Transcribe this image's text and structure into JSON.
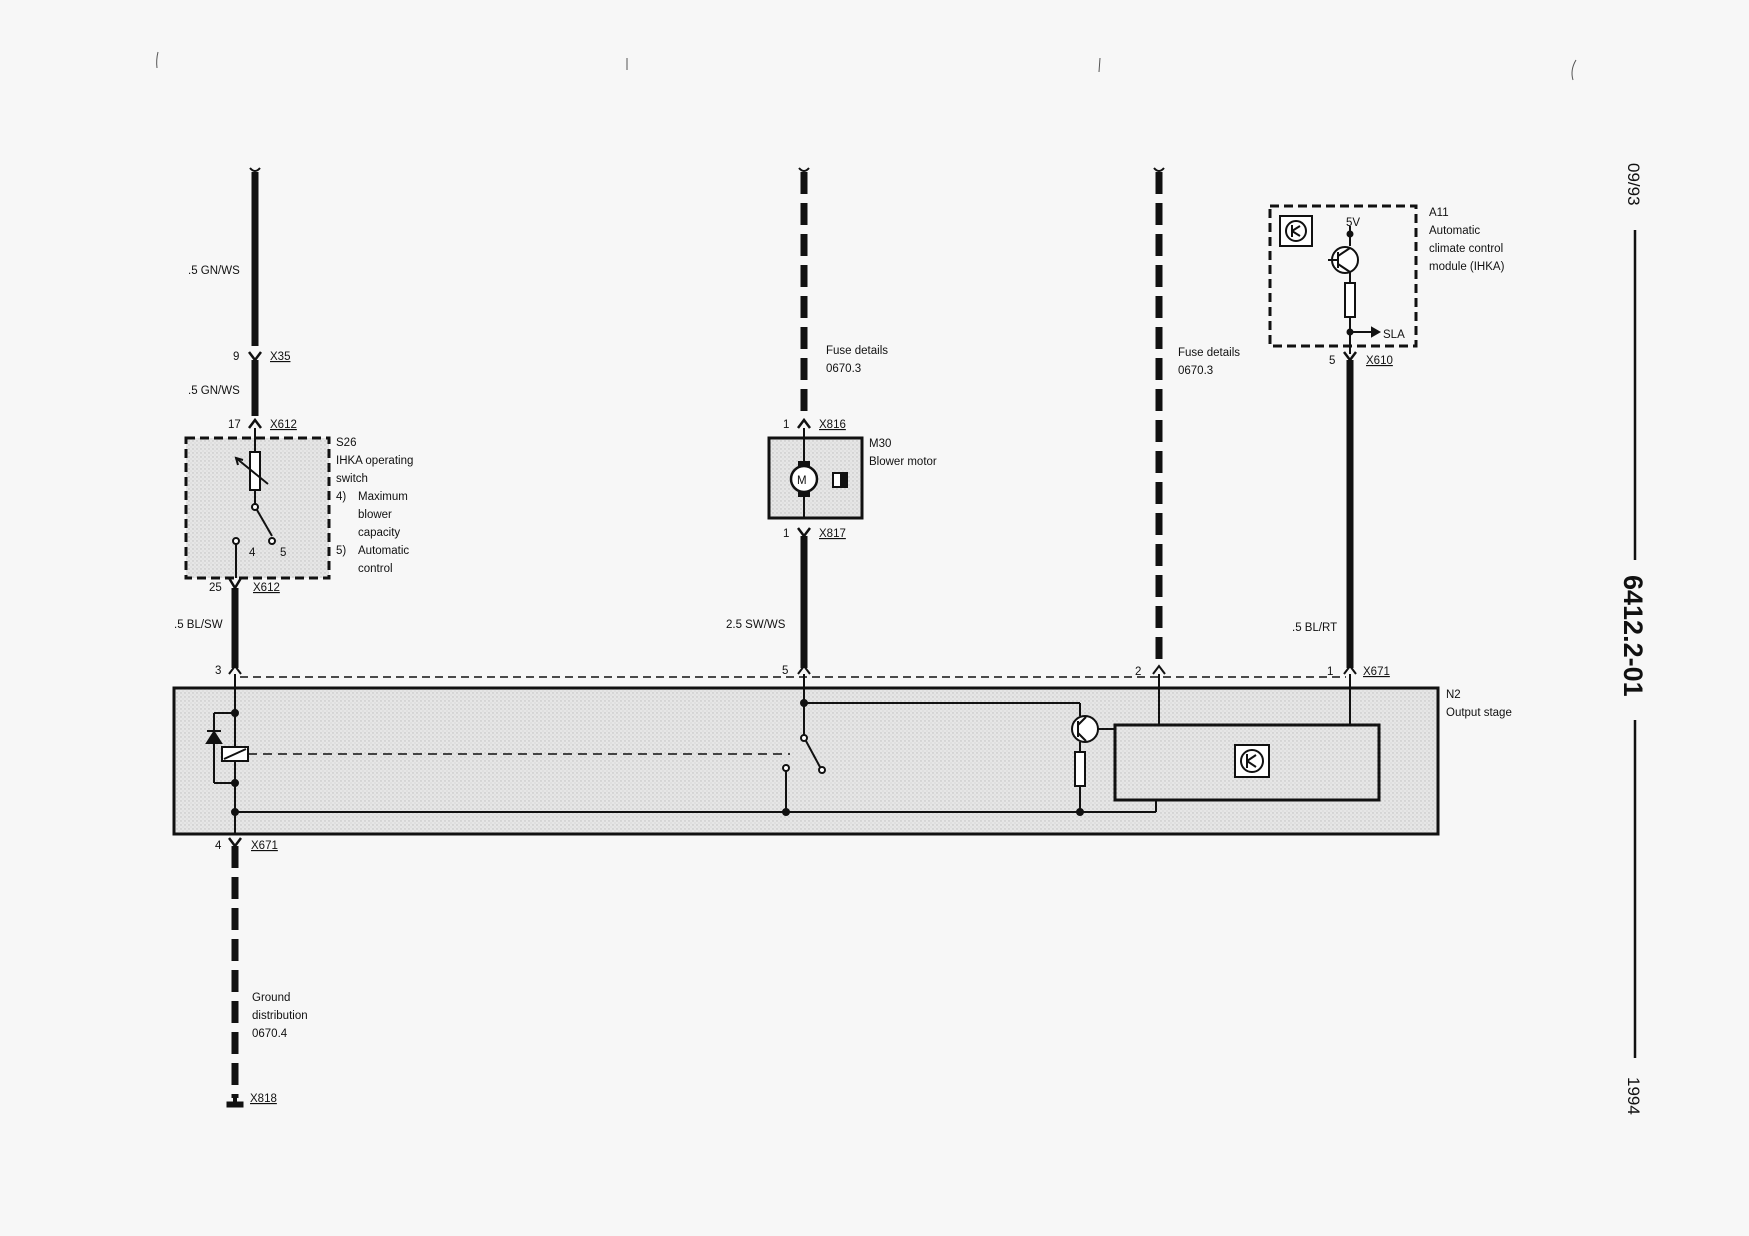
{
  "connectors": {
    "x35": "X35",
    "x612_top": "X612",
    "x612_bottom": "X612",
    "x816": "X816",
    "x817": "X817",
    "x610": "X610",
    "x671_top": "X671",
    "x671_bottom": "X671",
    "x818": "X818"
  },
  "pins": {
    "x35": "9",
    "x612_top": "17",
    "x612_bottom": "25",
    "x816": "1",
    "x817": "1",
    "x610": "5",
    "n2_3": "3",
    "n2_5": "5",
    "n2_2": "2",
    "n2_1": "1",
    "x671_bottom": "4",
    "s26_4": "4",
    "s26_5": "5"
  },
  "wires": {
    "w1_top": ".5 GN/WS",
    "w1_mid": ".5 GN/WS",
    "w1_low": ".5 BL/SW",
    "w2": "2.5 SW/WS",
    "w4": ".5 BL/RT"
  },
  "components": {
    "s26": {
      "id": "S26",
      "lines": [
        "IHKA operating",
        "switch"
      ],
      "opt4_num": "4)",
      "opt4_lines": [
        "Maximum",
        "blower",
        "capacity"
      ],
      "opt5_num": "5)",
      "opt5_lines": [
        "Automatic",
        "control"
      ]
    },
    "m30": {
      "id": "M30",
      "name": "Blower motor"
    },
    "a11": {
      "id": "A11",
      "lines": [
        "Automatic",
        "climate control",
        "module (IHKA)"
      ],
      "v5": "5V",
      "sla": "SLA"
    },
    "n2": {
      "id": "N2",
      "name": "Output stage"
    }
  },
  "notes": {
    "fuse1": [
      "Fuse details",
      "0670.3"
    ],
    "fuse2": [
      "Fuse details",
      "0670.3"
    ],
    "ground": [
      "Ground",
      "distribution",
      "0670.4"
    ]
  },
  "side": {
    "date": "09/93",
    "code": "6412.2-01",
    "year": "1994"
  }
}
